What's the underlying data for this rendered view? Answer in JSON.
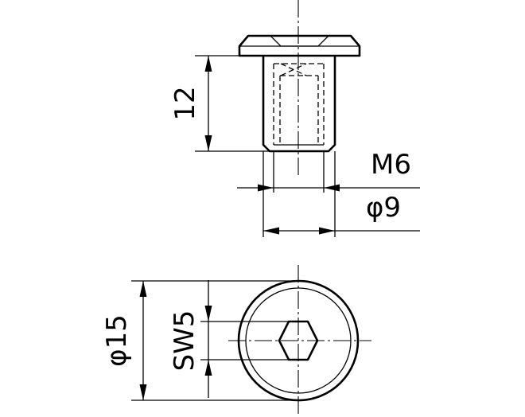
{
  "dimensions": {
    "length": "12",
    "thread": "M6",
    "shank_diameter": "φ9",
    "head_diameter": "φ15",
    "hex_socket": "SW5"
  },
  "colors": {
    "line": "#000000",
    "background": "#ffffff"
  }
}
